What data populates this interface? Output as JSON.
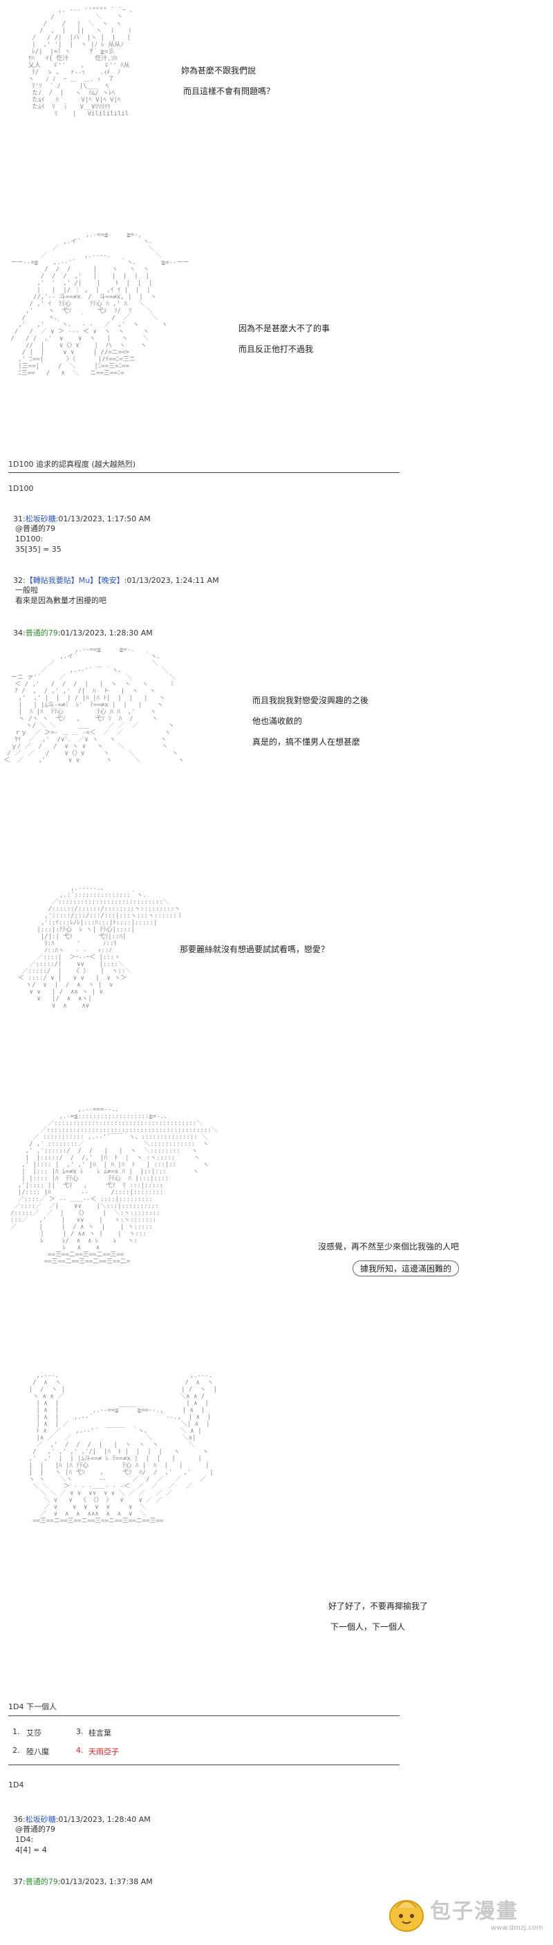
{
  "panel1": {
    "dialogue": [
      "妳為甚麼不跟我們說",
      "而且這樣不會有問題嗎？"
    ],
    "art": "          ,. --- ''\"\"\"\" ¨ ̄ ~ 、\n        /           ＼    丶\n      /    /   |  ＼  ヽ  ヽ\n     /  ,  |   ||   ヽ  ｉ   ｉ\n   /   / /|  |ハ  |ヽ |  |   |\n   |  ,' '|  |  ヽ |ﾉ ﾚ 从从ﾉ\n   ﾚ/|  |=ﾐ ヽ     f´ ≧=彡\n  ﾔﾊ   ｲ{ 仡汁       仡汁,ｿﾊ\n  乂人   ゞ''    ,     ゞ'' ﾊ从\n   ﾃ/  ゝ ｡   r--ｯ    .ｨﾒ  ﾉ\n  ヽ   ﾉ ﾉ  ｰ ＿  ＿. ｨ  ７\n   ﾃ'ｿ  ´ /     |\\___  ﾍ\n   たﾉ  /  |   ヽ  ﾊﾑ/ ヽﾚﾍ\n   たﾑｲ   ﾊ      V|ﾍ V|ﾍ V|ﾍ\n   たﾑｲ  ﾘ  ｉ   V__Vﾘﾘﾘﾘﾘ\n         ﾘ    |   Vililililil"
  },
  "panel2": {
    "dialogue": [
      "因為不是甚麼大不了的事",
      "而且反正他打不過我"
    ],
    "art": "                     ,.-==≦￣￣￣≧=-.\n               ,.イ´               ｀ヽ、\n            ／                        ＼\n         ／          ,.-‐‐-.            ＼\n ーー--=≦    ,.-‐'´            ｀ヽ、      ≧=--ーー\n          /  /  /      |    ヽ   ヽ  ヽ\n         /  /  /  ,'   |    |  |  |  |\n        ,'  '  ,' /|    |    ﾄ  |  |  |\n        |   |  |/ ｜ ,  |  ,ｲ ｲ |  |  |\n       //,'-- 斗==≠x  /  斗==≠x, |  |  ヽ\n      / ,' ｲ  ﾃﾃ心     ﾃﾃ心 ﾊ ,' ﾊ   ＼\n     ,'    ヽ  弋ｿ       弋ｿ  ｿ/  ｿ    ＼\n    /      ヽ、     ｀       /  ／      ＼\n   ,'   ,'   ｀ヽ、  - -   ／  ,'  ヽ      ヽ\n  /   /  ／ ∨ ＞ ‐-‐ ＜ ∨  ヽ  ヽ     ヽ\n /   / /  ,'  ∨    ∨  ヽ   |   ヽ    ＼\n     //  |    ∨〈〉∨    |  ハ  ヽ    ヽ\n    / |  |     ∨ ∨     | //=ニ=<>\n   ,' ﾆ==|      〉〈      |/ｲ==ﾆ=三ニ\n   |三==|     /  ＼     |ﾆ==三=ﾆ==\n   ﾆ三==   /   ∧  ＼   ニ==三==ﾆ="
  },
  "roll1": {
    "header": "1D100 追求的認真程度 (越大越熱烈)",
    "label": "1D100"
  },
  "post31": {
    "num": "31:",
    "name": "松坂砂糖",
    "date": ":01/13/2023, 1:17:50 AM",
    "body": [
      "@普通的79",
      "1D100:",
      "35[35] = 35"
    ]
  },
  "post32": {
    "num": "32:",
    "name": "【轉貼我要貼】Mu】【晚安】",
    "date": ":01/13/2023, 1:24:11 AM",
    "body": [
      "一般啦",
      "看來是因為數量才困擾的吧"
    ]
  },
  "post34": {
    "num": "34:",
    "name": "普通的79",
    "date": ":01/13/2023, 1:28:30 AM"
  },
  "panel3": {
    "dialogue": [
      "而且我說我對戀愛沒興趣的之後",
      "他也滿收斂的",
      "真是的，搞不懂男人在想甚麼"
    ],
    "art": "                   ,.-‐==≦￣￣￣≧=-.\n               ,.イ´                  ｀ヽ、\n            ／                          ＼\n          ／      ,.-‐'´ ￣ ｀ヽ、          ＼\n  ーニ ァ'´     ／                ＼          ＼\n   ＜ / ,'   /  /  /  |   |  ヽ  ヽ   ヽ      ﾐ\n   ｱ /  ,  / ,' ,'  /|  ﾊ  ト   |  ヽ   ヽ\n    ,'  ,' |  |  | / |ﾊ |ﾊ ﾄ|  |  |   |   ヽ\n    |   | |ﾑ斗-=≠ﾐ  ﾚ'  ﾃ==≠x |  |   |    ヽ\n    |  ﾊ |ﾊ  ﾃﾃ心         ﾃ心 ﾊ ﾊ  ,'    ヽ\n    ヽ /ヽ ヽ  弋ｿ   ,    弋ｿ ｿ  ﾊ  /     ヽ\n      ヽ/ ＼ ＼      ___     ／ ／  ／        ヽ\n   ｒｙ  ／ ＞=- ＿ ＿ -=＜  ／  ／           ヽ\n   ﾔｲ  ／  ,'  /∨＼  ／∨ ヽ   ヽ            ヽ\n  ｙ/ ／  /   /  ∨ ヽ ∨   ヽ    ＼          ヽ\n / ／  ／   /    ∨〈〉∨     ヽ     ＼          ヽ\n＜  ／    ,'      ∨ ∨       ヽ      ＼          ヽ"
  },
  "panel4": {
    "dialogue": [
      "那要麗絲就沒有想過要試試看嗎，戀愛？"
    ],
    "art": "                 ,.-‐‐‐-.、\n              ,.:´:::::::::::::::｀ヽ.\n            ／::::::::::::::::::::::::::::＼\n           /::::::/::::::/::::::::ヽ:::::::::ヽ\n          ,':::::/:::/:::/:::|:::ヽ:::ヽ::::::ｉ\n         ,'::ｲ:::ﾚ/ﾚ|:::ﾊ:::|ﾄ::::|:::::|\n        |:::|:ﾃﾃ心  ﾚ ヽ| ﾃﾃ心|::::|\n         |/|:| 弋ｿ       弋ｿ|::ﾊ|\n          ﾘ:ﾊ      '      ﾉ::ﾘ\n          ﾉ::ﾊヽ   ‐ ‐   ｨ::ﾉ\n        ／::::|  ＞ｰ--ｰ＜ |:::ヽ\n      ／:::::/|    ∨∨    |::::＼\n    ／:::::/  |   〈 〉   |  ヽ::＼\n   ＜ ::::/ ∨ |   ∨ ∨   |  ∨ ヽ＞\n     ヽ/  ∨  |  /  ∧  ヽ |  ∨\n      ∨ ∨   | /  ∧∧ ヽ | ∨\n        ∨   |/  ∧  ∧ヽ|\n            ∨  ∧    ∧∨"
  },
  "panel5": {
    "dialogue": [
      "沒感覺，再不然至少來個比我強的人吧"
    ],
    "bubble": "據我所知，這邊滿困難的",
    "art": "                  ,.-‐===‐-.、\n             ,.-=≦:::::::::::::::::::≧=-.、\n          ／::::::::::::::::::::::::::::::::::::::＼\n        ／::::::::::::::::::::::::::::::::::::::::::::＼\n      ／ ::::::::::: ,.-‐'´￣￣｀ヽ、::::::::::::::: ＼\n     / ,' ::::::::／                ＼::::::::::::  ヽ\n    ,' ,'::::::/  /  /   |   |  ヽ  ＼::::::::   ヽ\n    |  |:::::/  /  /,'  |ﾊ  ﾄ  |  ヽ :ヽ:::::     ヽ\n   ,' |:::: |  ,' ,' |ﾊ  | ﾊ |ﾊ  ﾄ   | :::|::       ヽ\n   |  |::: |ﾊ ﾑ=≠x ﾚ ｀ ﾚ ﾑ≠=x ﾊ |  |::|:::       ヽ\n   | |:::: |ﾊ  ﾃﾃ心        ﾃﾃ心  ﾊ |:::|::::\n  ,'|:::: ||  弋ｿ   ,     弋ｿ  ﾘ :::|:::::\n  |/:::: |ﾊ        ‐‐      /::::|::::::::\n  ／::::／ ＞ ‐‐ ＿＿‐‐＜ ::::|:::::::::\n ／::::／  ／|    ∨∨    |＼:::|::::::::::\n/:::::／  ／  |   〈〉    |  ＼:ヽ::::::::\n:::／   ,'    |   ∨∨    |   ヽ:ヽ:::::::\n／      |     |  / ∧ ヽ  |    | ヽ:::::\n        |     | / ∧∧ ヽ |    |  ヽ:::\n        ﾚ     ﾚ/  ∧  ∧ ﾚ    ﾚ   ヽ:\n              ﾚ   ∧    ∧\n          ==三==二==三==二==三==\n         ==三==二==三==二==三==二="
  },
  "panel6": {
    "dialogue": [
      "好了好了，不要再揶揄我了",
      "下一個人，下一個人"
    ],
    "art": "      ,.-‐-.                                   ,.-‐-.\n     /  ∧  ヽ                                 /  ∧  ヽ\n    |  /  ヽ |                               | /  ヽ  |\n     ヽ ∧ ∧ ／                               ＼∧ ∧ /\n      | ∧  |                                  | ∧  |\n      | ∧  |         ,.-‐==≦￣￣￣≧==‐-.,     | ∧  |\n      | ∧  |    ,.-‐´                  ｀‐-.,  | ∧  |\n      | ∧  | ／                              ＼| ∧  |\n      ﾄ ∧  ／    ,.-‐'´  ￣￣￣  ｀ヽ、        ＼ ∧ |\n      |∧ ／   ／                    ＼        ＼∧|\n      ／  ,'  /  /  /  |   |  ヽ  ヽ  ヽ        ＼\n     /   ,' ,' ,' ,'/|  |ﾊ  ﾄ |  |  |  |   ヽ      ヽ\n    ,'  ,'  |  | |ﾑ斗==≠ ﾚ ﾃ==≠x |  |  |   |      |\n    |  |   |ﾊ |ﾊ ﾃﾃ心         ﾃ心 ﾊ |  ﾊ  |   |      |\n    |  |   ヽ |ﾊ 弋ｿ    ,     弋ｿ  ﾊ/  /  ,'   ,'     |\n    ヽ ヽ    ＼ヽ       ‐‐       ／  /  ／   ／     ／\n     ＼ ＼    ＞ ‐ ‐ ‐＿＿‐ ‐ ‐＜  ／  ／   ／   ／\n       ＼ ＼ ／ ∨ ∨  ∨∨  ∨ ∨ ＼ ／ ／   ／ ／\n        ＼ ∨   ∨  〈 〈〉 〉  ∨    ∨ ／ ／\n        ／ ∨    ∨  ∨  ∨  ∨     ∨  ＼\n       ／  ∨  ∧  ∧  ∧∧∧  ∧  ∧  ∨  ＼\n     ==三==ニ==三==ニ==三==ニ==三==ニ==三=="
  },
  "roll2": {
    "header": "1D4 下一個人",
    "options": [
      {
        "num": "1.",
        "text": "艾莎"
      },
      {
        "num": "2.",
        "text": "陸八魔"
      },
      {
        "num": "3.",
        "text": "桂言葉"
      },
      {
        "num": "4.",
        "text": "天雨亞子"
      }
    ],
    "label": "1D4",
    "highlight_color": "#e02020"
  },
  "post36": {
    "num": "36:",
    "name": "松坂砂糖",
    "date": ":01/13/2023, 1:28:40 AM",
    "body": [
      "@普通的79",
      "1D4:",
      "4[4] = 4"
    ]
  },
  "post37": {
    "num": "37:",
    "name": "普通的79",
    "date": ":01/13/2023, 1:37:38 AM"
  },
  "watermark": {
    "text": "包子漫畫",
    "url": "www.dmzj.com"
  },
  "colors": {
    "name_blue": "#2a55c9",
    "name_green": "#2f8f2f",
    "ascii_gray": "#888888"
  }
}
